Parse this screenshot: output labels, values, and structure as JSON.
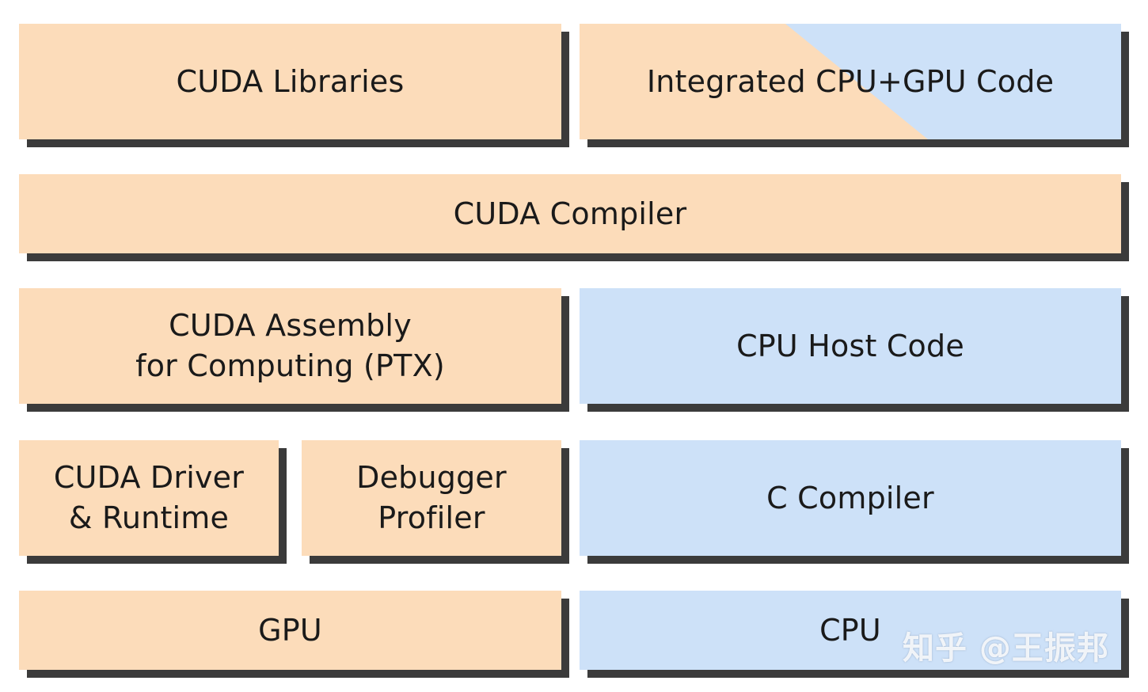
{
  "blocks": {
    "cuda_libraries": "CUDA Libraries",
    "integrated_code": "Integrated CPU+GPU Code",
    "cuda_compiler": "CUDA Compiler",
    "cuda_assembly": "CUDA Assembly\nfor Computing (PTX)",
    "cpu_host_code": "CPU Host Code",
    "cuda_driver": "CUDA Driver\n& Runtime",
    "debugger_profiler": "Debugger\nProfiler",
    "c_compiler": "C Compiler",
    "gpu": "GPU",
    "cpu": "CPU"
  },
  "watermark": "知乎 @王振邦",
  "colors": {
    "gpu_side": "#fcdcba",
    "cpu_side": "#cde1f8",
    "shadow": "#3b3b3b"
  }
}
